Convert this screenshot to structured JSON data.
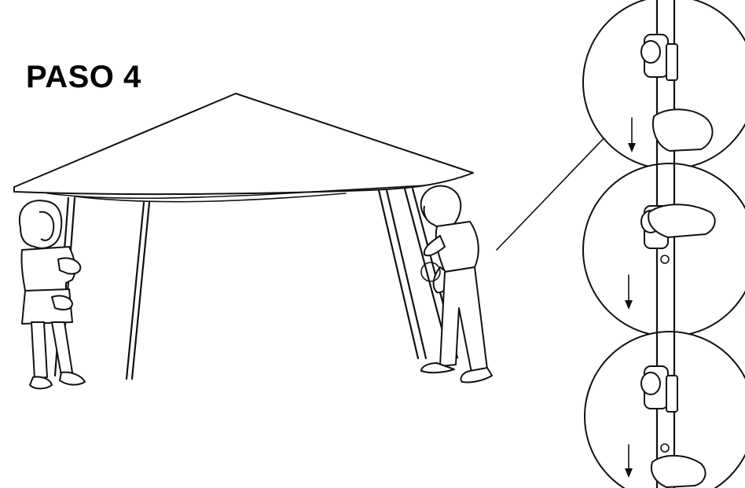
{
  "step": {
    "title": "PASO 4"
  },
  "colors": {
    "ink": "#111111",
    "background": "#ffffff"
  },
  "details": {
    "count": 3,
    "items": [
      {
        "name": "detail-1",
        "hand": "pulling-down-below-latch"
      },
      {
        "name": "detail-2",
        "hand": "pressing-latch-button"
      },
      {
        "name": "detail-3",
        "hand": "pulling-down-below-latch"
      }
    ]
  }
}
